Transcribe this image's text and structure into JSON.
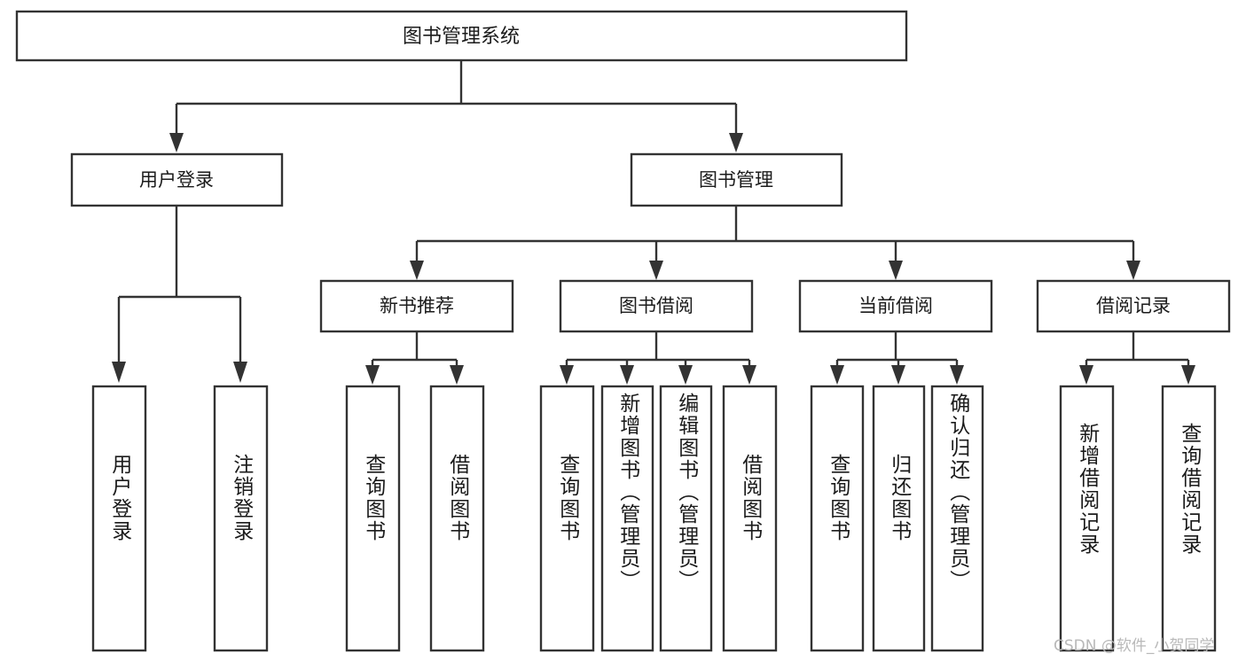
{
  "diagram": {
    "type": "tree",
    "title": "图书管理系统",
    "root": {
      "label": "图书管理系统"
    },
    "level1": [
      {
        "label": "用户登录"
      },
      {
        "label": "图书管理"
      }
    ],
    "level2": [
      {
        "label": "新书推荐"
      },
      {
        "label": "图书借阅"
      },
      {
        "label": "当前借阅"
      },
      {
        "label": "借阅记录"
      }
    ],
    "leaves": {
      "user_login": [
        {
          "label": "用户登录"
        },
        {
          "label": "注销登录"
        }
      ],
      "new_book_recommend": [
        {
          "label": "查询图书"
        },
        {
          "label": "借阅图书"
        }
      ],
      "book_borrow": [
        {
          "label": "查询图书"
        },
        {
          "label": "新增图书（管理员）"
        },
        {
          "label": "编辑图书（管理员）"
        },
        {
          "label": "借阅图书"
        }
      ],
      "current_borrow": [
        {
          "label": "查询图书"
        },
        {
          "label": "归还图书"
        },
        {
          "label": "确认归还（管理员）"
        }
      ],
      "borrow_record": [
        {
          "label": "新增借阅记录"
        },
        {
          "label": "查询借阅记录"
        }
      ]
    }
  },
  "watermark": {
    "text": "CSDN @软件_小贺同学"
  },
  "colors": {
    "stroke": "#333333",
    "box_fill": "#ffffff",
    "text": "#1b1b1b",
    "background": "#ffffff",
    "watermark": "#b9b9b9"
  }
}
